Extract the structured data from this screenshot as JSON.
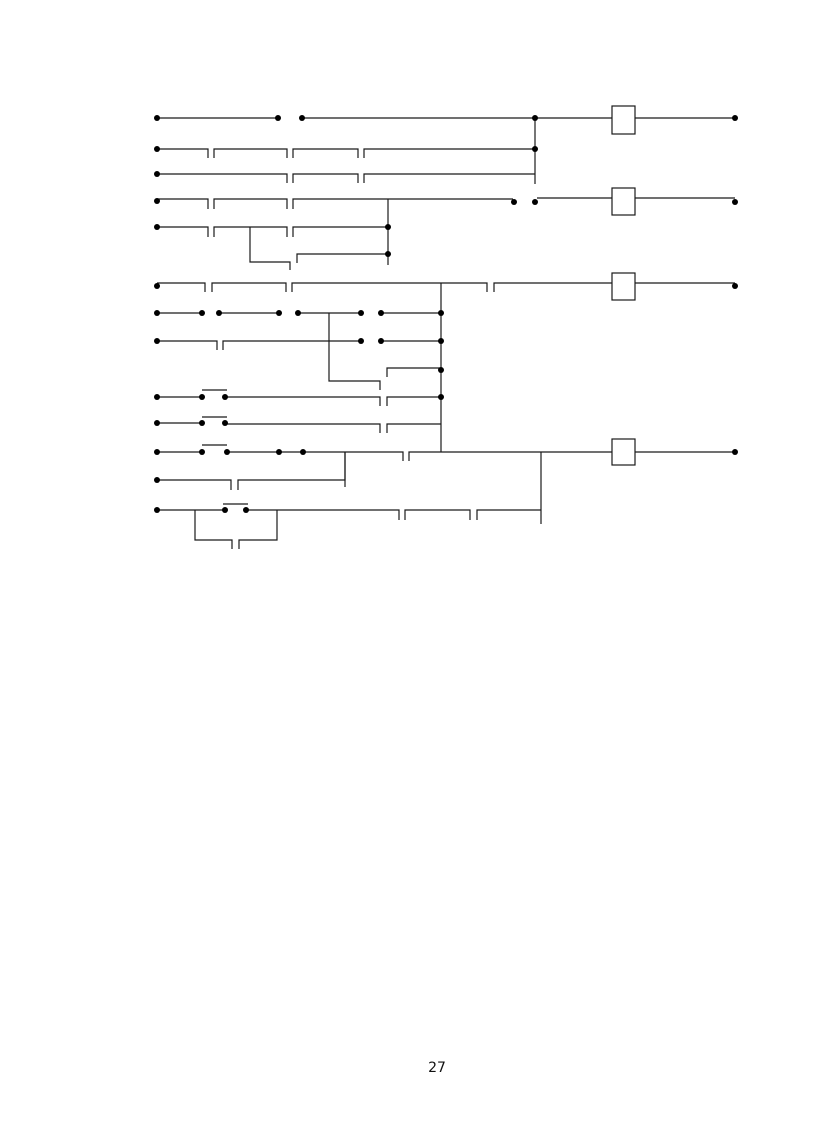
{
  "diagram": {
    "type": "ladder-logic-diagram",
    "colors": {
      "line": "#1a1a1a",
      "background": "#ffffff"
    },
    "rungs": [
      {
        "id": "rung-1",
        "output": "coil-1"
      },
      {
        "id": "rung-2",
        "output": "coil-2"
      },
      {
        "id": "rung-3",
        "output": "coil-3"
      },
      {
        "id": "rung-4",
        "output": "coil-4"
      }
    ],
    "coils": 4,
    "symbols": [
      "node-dot",
      "normally-open-contact",
      "push-button",
      "output-coil"
    ]
  },
  "footer": {
    "page_number": "27"
  }
}
